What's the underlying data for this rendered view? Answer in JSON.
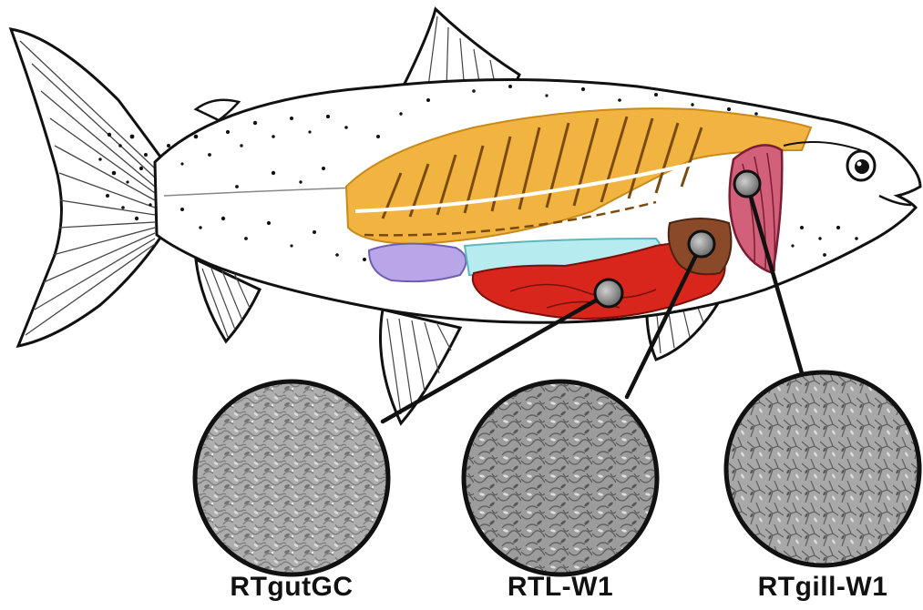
{
  "figure": {
    "subject": "rainbow trout anatomy",
    "labels": [
      {
        "id": "gut",
        "text": "RTgutGC"
      },
      {
        "id": "liver",
        "text": "RTL-W1"
      },
      {
        "id": "gill",
        "text": "RTgill-W1"
      }
    ]
  },
  "colors": {
    "outline": "#111111",
    "skeleton": "#f2b441",
    "gill": "#d2607a",
    "liver": "#8a4a2a",
    "gut": "#d8261c",
    "swim_bladder": "#b6ecf0",
    "kidney": "#b9a6e8",
    "micrograph_bg": "#9a9a9a"
  }
}
